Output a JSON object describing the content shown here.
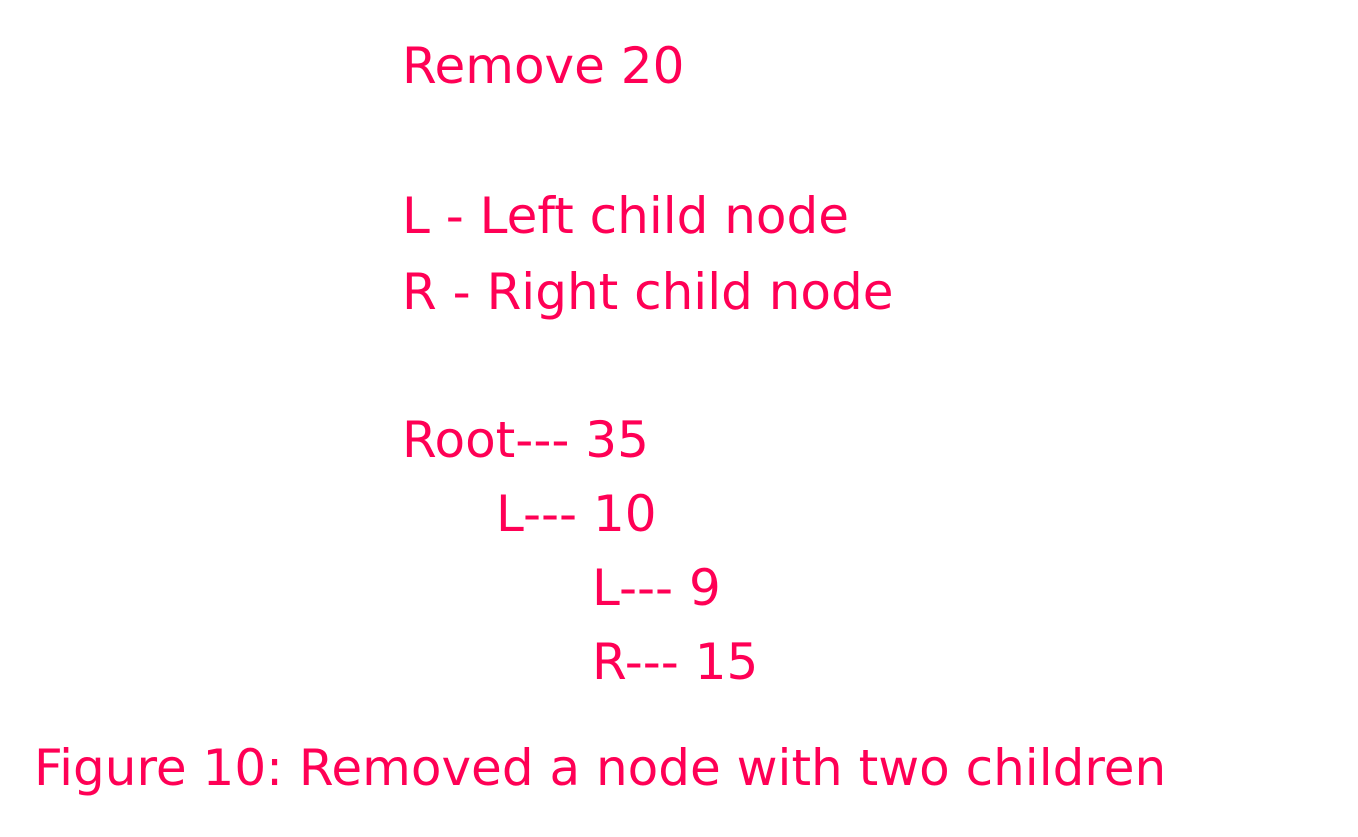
{
  "colors": {
    "text": "#ff0055",
    "background": "#ffffff"
  },
  "diagram": {
    "title": "Remove 20",
    "legend": [
      "L - Left child node",
      "R - Right child node"
    ],
    "tree": [
      "Root--- 35",
      "L--- 10",
      "L--- 9",
      "R--- 15"
    ]
  },
  "caption": "Figure 10: Removed a node with two children"
}
